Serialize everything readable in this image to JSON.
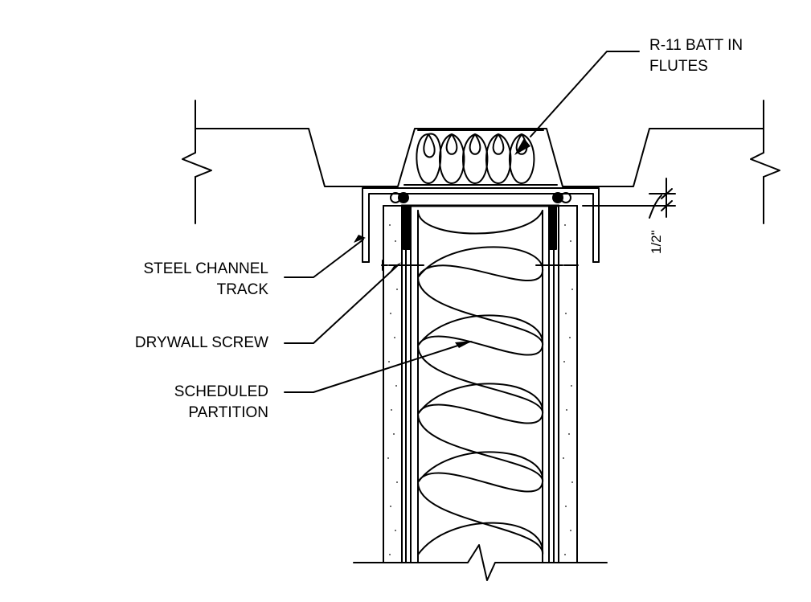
{
  "labels": {
    "batt_line1": "R-11 BATT IN",
    "batt_line2": "FLUTES",
    "track_line1": "STEEL CHANNEL",
    "track_line2": "TRACK",
    "screw": "DRYWALL SCREW",
    "partition_line1": "SCHEDULED",
    "partition_line2": "PARTITION",
    "dimension": "1/2\""
  },
  "colors": {
    "line": "#000000",
    "background": "#ffffff",
    "fill_speckle": "#444444"
  }
}
